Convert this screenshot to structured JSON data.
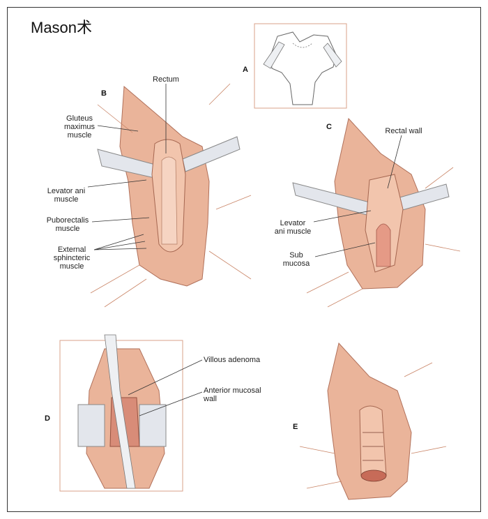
{
  "title": "Mason术",
  "panels": {
    "A": {
      "letter": "A"
    },
    "B": {
      "letter": "B",
      "labels": {
        "rectum": "Rectum",
        "gluteus_1": "Gluteus",
        "gluteus_2": "maximus",
        "gluteus_3": "muscle",
        "levator_1": "Levator ani",
        "levator_2": "muscle",
        "puborectalis_1": "Puborectalis",
        "puborectalis_2": "muscle",
        "external_1": "External",
        "external_2": "sphincteric",
        "external_3": "muscle"
      }
    },
    "C": {
      "letter": "C",
      "labels": {
        "rectal_wall": "Rectal wall",
        "levator_1": "Levator",
        "levator_2": "ani muscle",
        "sub_1": "Sub",
        "sub_2": "mucosa"
      }
    },
    "D": {
      "letter": "D",
      "labels": {
        "villous": "Villous adenoma",
        "anterior_1": "Anterior mucosal",
        "anterior_2": "wall"
      }
    },
    "E": {
      "letter": "E"
    }
  },
  "colors": {
    "tissue": "#eab49a",
    "tissue_dark": "#c98466",
    "retractor": "#e3e6ec",
    "line": "#333333"
  }
}
